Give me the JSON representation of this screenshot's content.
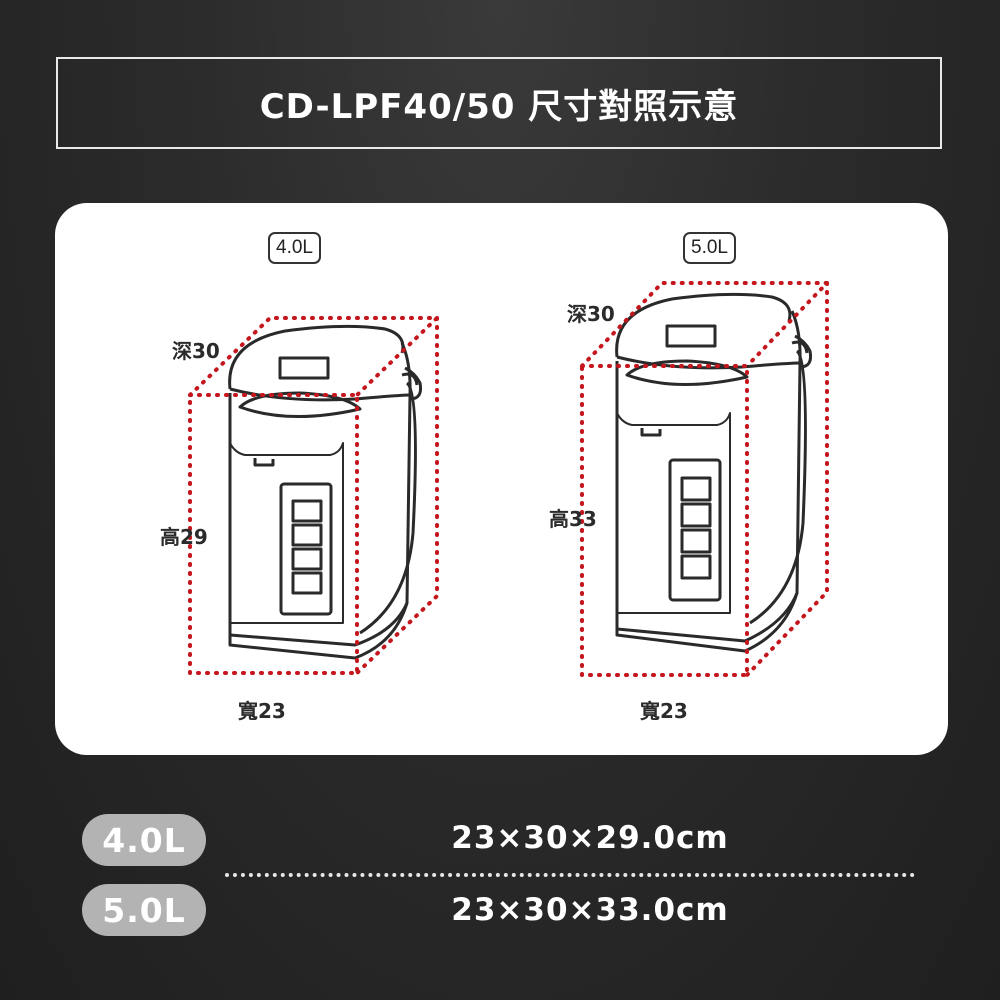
{
  "title": "CD-LPF40/50 尺寸對照示意",
  "diagram": {
    "left": {
      "capacity": "4.0L",
      "depth_label": "深30",
      "height_label": "高29",
      "width_label": "寬23"
    },
    "right": {
      "capacity": "5.0L",
      "depth_label": "深30",
      "height_label": "高33",
      "width_label": "寬23"
    }
  },
  "specs": [
    {
      "capacity": "4.0L",
      "dimensions": "23×30×29.0cm"
    },
    {
      "capacity": "5.0L",
      "dimensions": "23×30×33.0cm"
    }
  ],
  "colors": {
    "background": "#2b2b2b",
    "panel": "#ffffff",
    "dimension_dots": "#c4161c",
    "badge": "#b3b3b3"
  }
}
